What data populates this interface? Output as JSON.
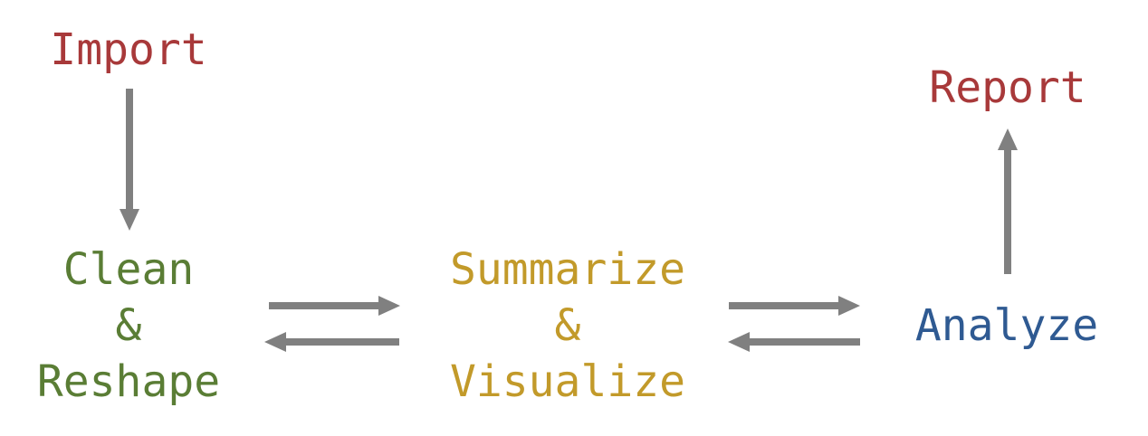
{
  "colors": {
    "import": "#a8393a",
    "report": "#a8393a",
    "clean": "#5a7d35",
    "summarize": "#c29a2a",
    "analyze": "#2f5a92",
    "arrow": "#808080"
  },
  "nodes": {
    "import": {
      "text": "Import"
    },
    "report": {
      "text": "Report"
    },
    "clean": {
      "line1": "Clean",
      "line2": "&",
      "line3": "Reshape"
    },
    "summarize": {
      "line1": "Summarize",
      "line2": "&",
      "line3": "Visualize"
    },
    "analyze": {
      "text": "Analyze"
    }
  },
  "edges": [
    {
      "from": "import",
      "to": "clean"
    },
    {
      "from": "clean",
      "to": "summarize"
    },
    {
      "from": "summarize",
      "to": "clean"
    },
    {
      "from": "summarize",
      "to": "analyze"
    },
    {
      "from": "analyze",
      "to": "summarize"
    },
    {
      "from": "analyze",
      "to": "report"
    }
  ]
}
